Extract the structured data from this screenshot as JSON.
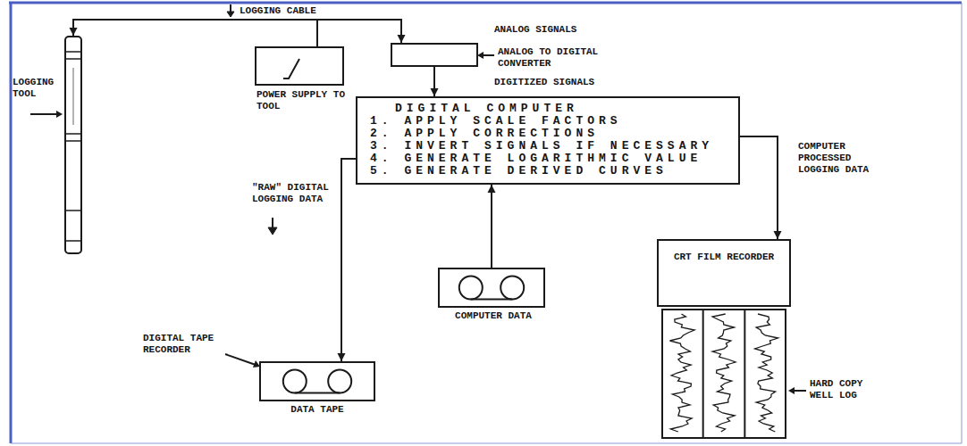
{
  "diagram": {
    "nodes": [
      {
        "text": [
          "LOGGING TOOL"
        ]
      },
      {
        "text": [
          "POWER SUPPLY TO TOOL"
        ]
      },
      {
        "text": [
          "ANALOG TO DIGITAL CONVERTER"
        ]
      },
      {
        "text": [
          "DIGITAL COMPUTER",
          "1. APPLY SCALE FACTORS",
          "2. APPLY CORRECTIONS",
          "3. INVERT SIGNALS IF NECESSARY",
          "4. GENERATE LOGARITHMIC VALUE",
          "5. GENERATE DERIVED CURVES"
        ]
      },
      {
        "text": [
          "DIGITAL TAPE RECORDER",
          "DATA TAPE"
        ]
      },
      {
        "text": [
          "COMPUTER DATA"
        ]
      },
      {
        "text": [
          "CRT FILM RECORDER"
        ]
      },
      {
        "text": [
          "HARD COPY WELL LOG"
        ]
      }
    ],
    "edges": [
      {
        "from": 0,
        "to": 2,
        "label": "ANALOG SIGNALS",
        "arrow": "to"
      },
      {
        "from": 1,
        "to": 0,
        "arrow": "to"
      },
      {
        "from": 2,
        "to": 3,
        "label": "DIGITIZED SIGNALS",
        "arrow": "to"
      },
      {
        "from": 3,
        "to": 4,
        "label": "\"RAW\" DIGITAL LOGGING DATA",
        "arrow": "to"
      },
      {
        "from": 5,
        "to": 3,
        "arrow": "to"
      },
      {
        "from": 3,
        "to": 6,
        "label": "COMPUTER PROCESSED LOGGING DATA",
        "arrow": "to"
      }
    ],
    "labels": [
      "LOGGING CABLE"
    ]
  }
}
